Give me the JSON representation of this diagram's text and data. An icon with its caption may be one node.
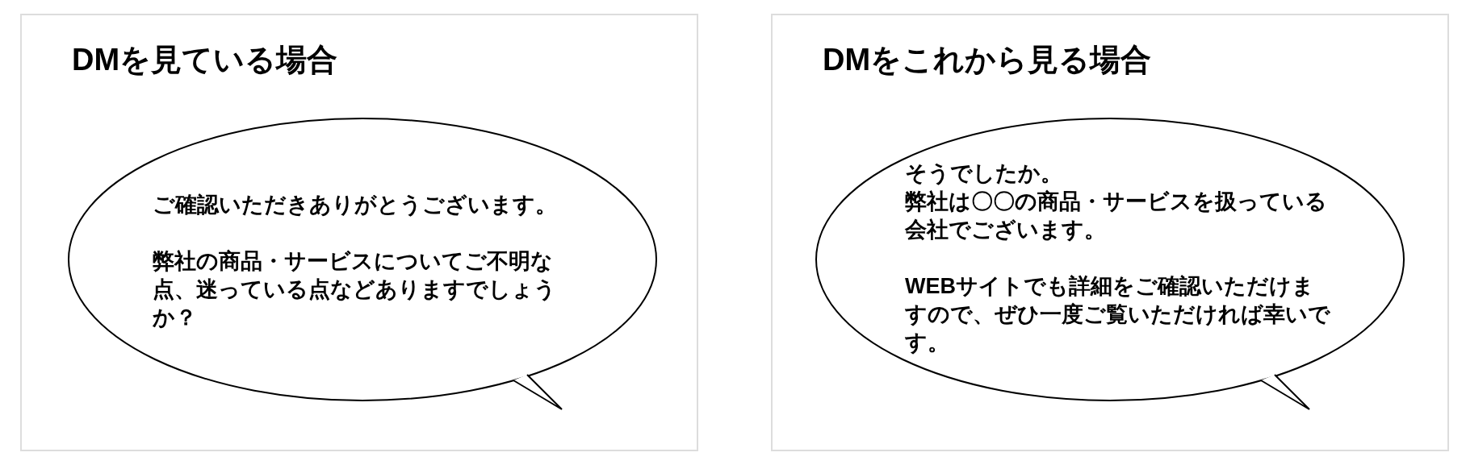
{
  "diagram": {
    "nodes": [
      {
        "text": [
          "DMを見ている場合"
        ]
      },
      {
        "text": [
          "ご確認いただきありがとうございます。",
          "弊社の商品・サービスについてご不明な点、迷っている点などありますでしょうか？"
        ],
        "in": 0
      },
      {
        "text": [
          "DMをこれから見る場合"
        ]
      },
      {
        "text": [
          "そうでしたか。",
          "弊社は〇〇の商品・サービスを扱っている会社でございます。",
          "WEBサイトでも詳細をご確認いただけますので、ぜひ一度ご覧いただければ幸いです。"
        ],
        "in": 2
      }
    ]
  }
}
